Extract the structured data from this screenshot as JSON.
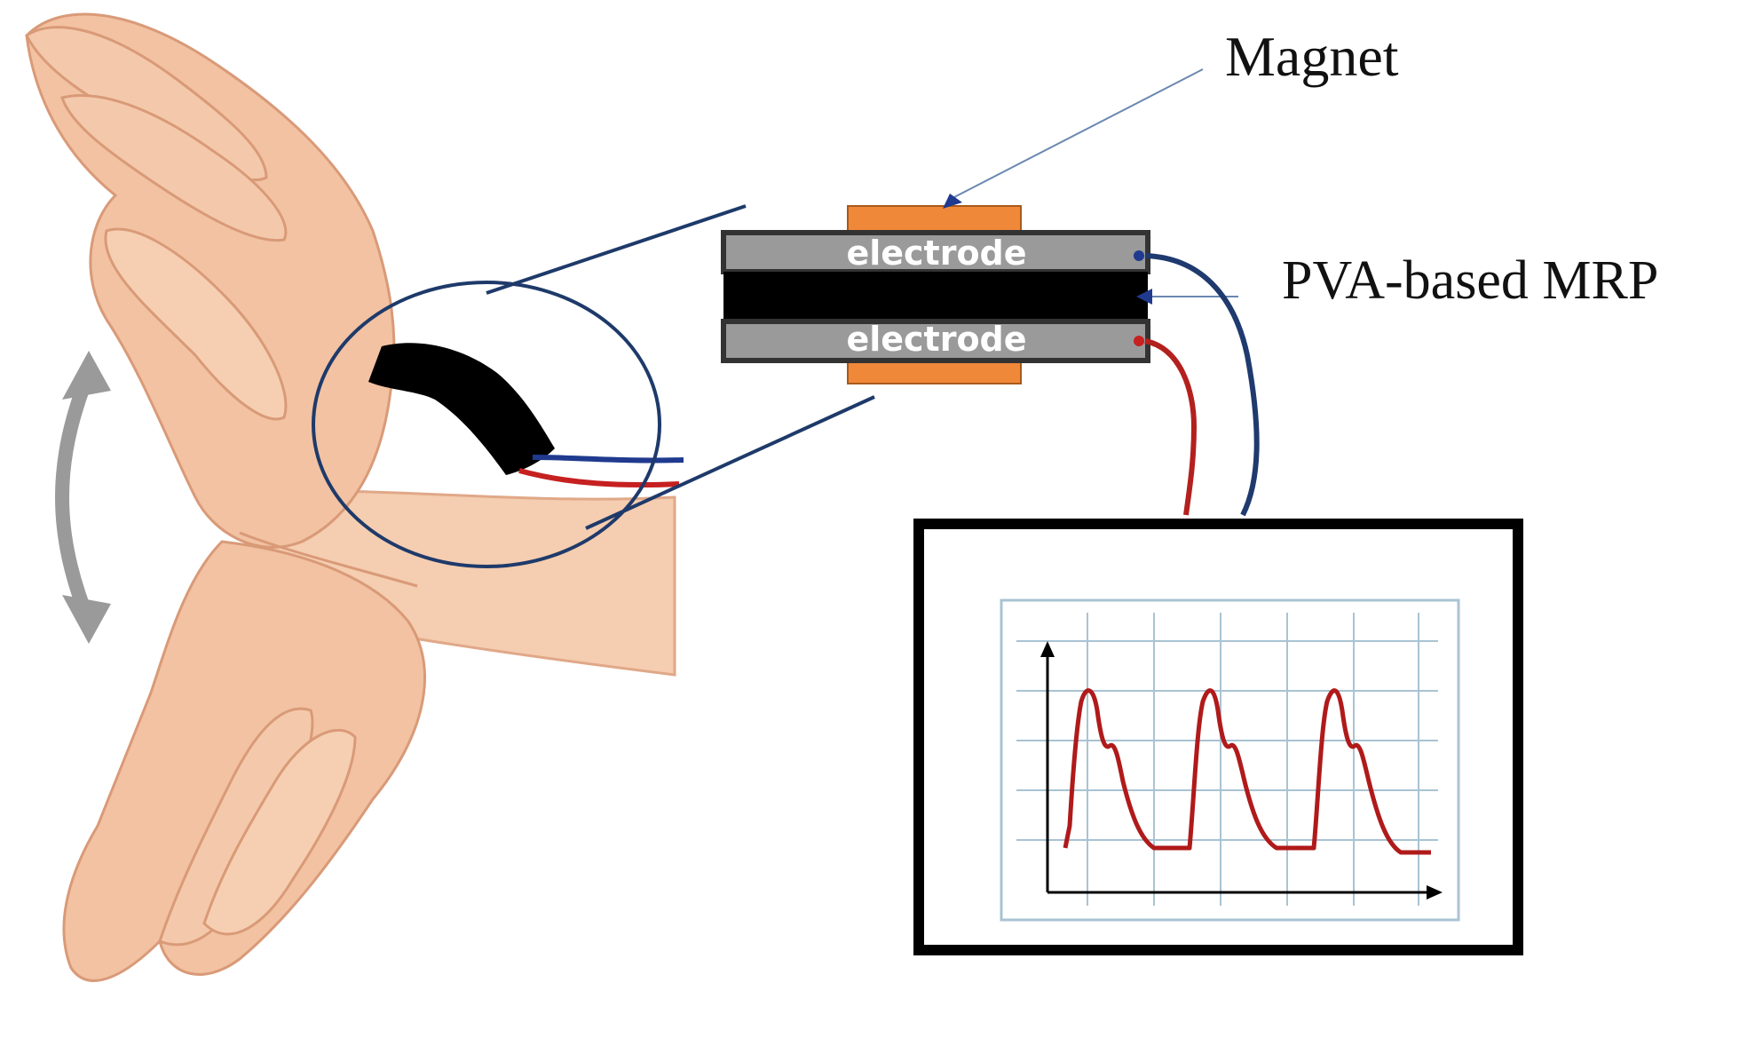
{
  "labels": {
    "magnet": "Magnet",
    "mrp": "PVA-based MRP",
    "electrode_top": "electrode",
    "electrode_bottom": "electrode"
  },
  "colors": {
    "skin": "#f2c2a2",
    "skin_shadow": "#d99a78",
    "magnet": "#f0883a",
    "electrode": "#9a9a9a",
    "mrp_layer": "#000000",
    "wire_blue": "#1f3a6e",
    "wire_red": "#b3201e",
    "signal": "#b01a1a",
    "grid": "#a9c3d3",
    "callout_line": "#1e3a6a"
  },
  "icons": {
    "motion_arrow": "double-headed-curved-arrow-icon"
  }
}
